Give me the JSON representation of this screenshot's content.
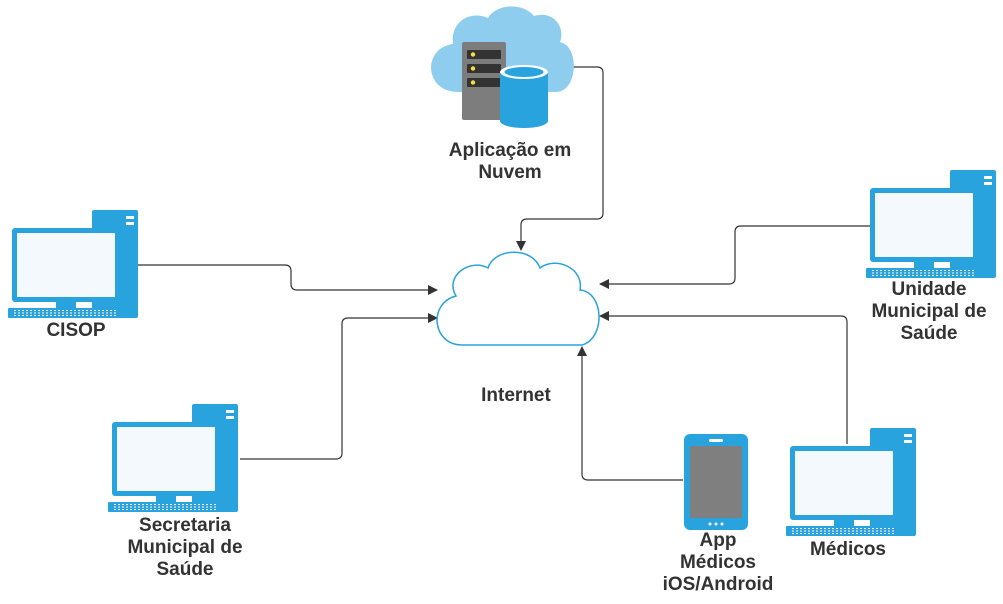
{
  "colors": {
    "monitor": "#29a3dd",
    "screen": "#f4f9fd",
    "cloud_app": "#8fcdee",
    "cloud_internet_fill": "#ffffff",
    "cloud_internet_stroke": "#29a3dd",
    "server_body": "#7d7d7d",
    "server_slot": "#333333",
    "server_led": "#f5e03a",
    "database": "#29a3dd",
    "tablet_screen": "#7f7f7f",
    "connector": "#333333",
    "label": "#333333"
  },
  "nodes": {
    "cloud_app": {
      "label_lines": [
        "Aplicação em",
        "Nuvem"
      ],
      "icon": "cloud-server-icon"
    },
    "internet": {
      "label": "Internet",
      "icon": "internet-cloud-icon"
    },
    "cisop": {
      "label": "CISOP",
      "icon": "desktop-computer-icon"
    },
    "secretaria": {
      "label_lines": [
        "Secretaria",
        "Municipal de",
        "Saúde"
      ],
      "icon": "desktop-computer-icon"
    },
    "unidade": {
      "label_lines": [
        "Unidade",
        "Municipal de",
        "Saúde"
      ],
      "icon": "desktop-computer-icon"
    },
    "app_medicos": {
      "label_lines": [
        "App",
        "Médicos",
        "iOS/Android"
      ],
      "icon": "tablet-icon"
    },
    "medicos": {
      "label": "Médicos",
      "icon": "desktop-computer-icon"
    }
  },
  "edges": [
    {
      "from": "cloud_app",
      "to": "internet"
    },
    {
      "from": "cisop",
      "to": "internet"
    },
    {
      "from": "secretaria",
      "to": "internet"
    },
    {
      "from": "unidade",
      "to": "internet"
    },
    {
      "from": "medicos",
      "to": "internet"
    },
    {
      "from": "app_medicos",
      "to": "internet"
    }
  ]
}
